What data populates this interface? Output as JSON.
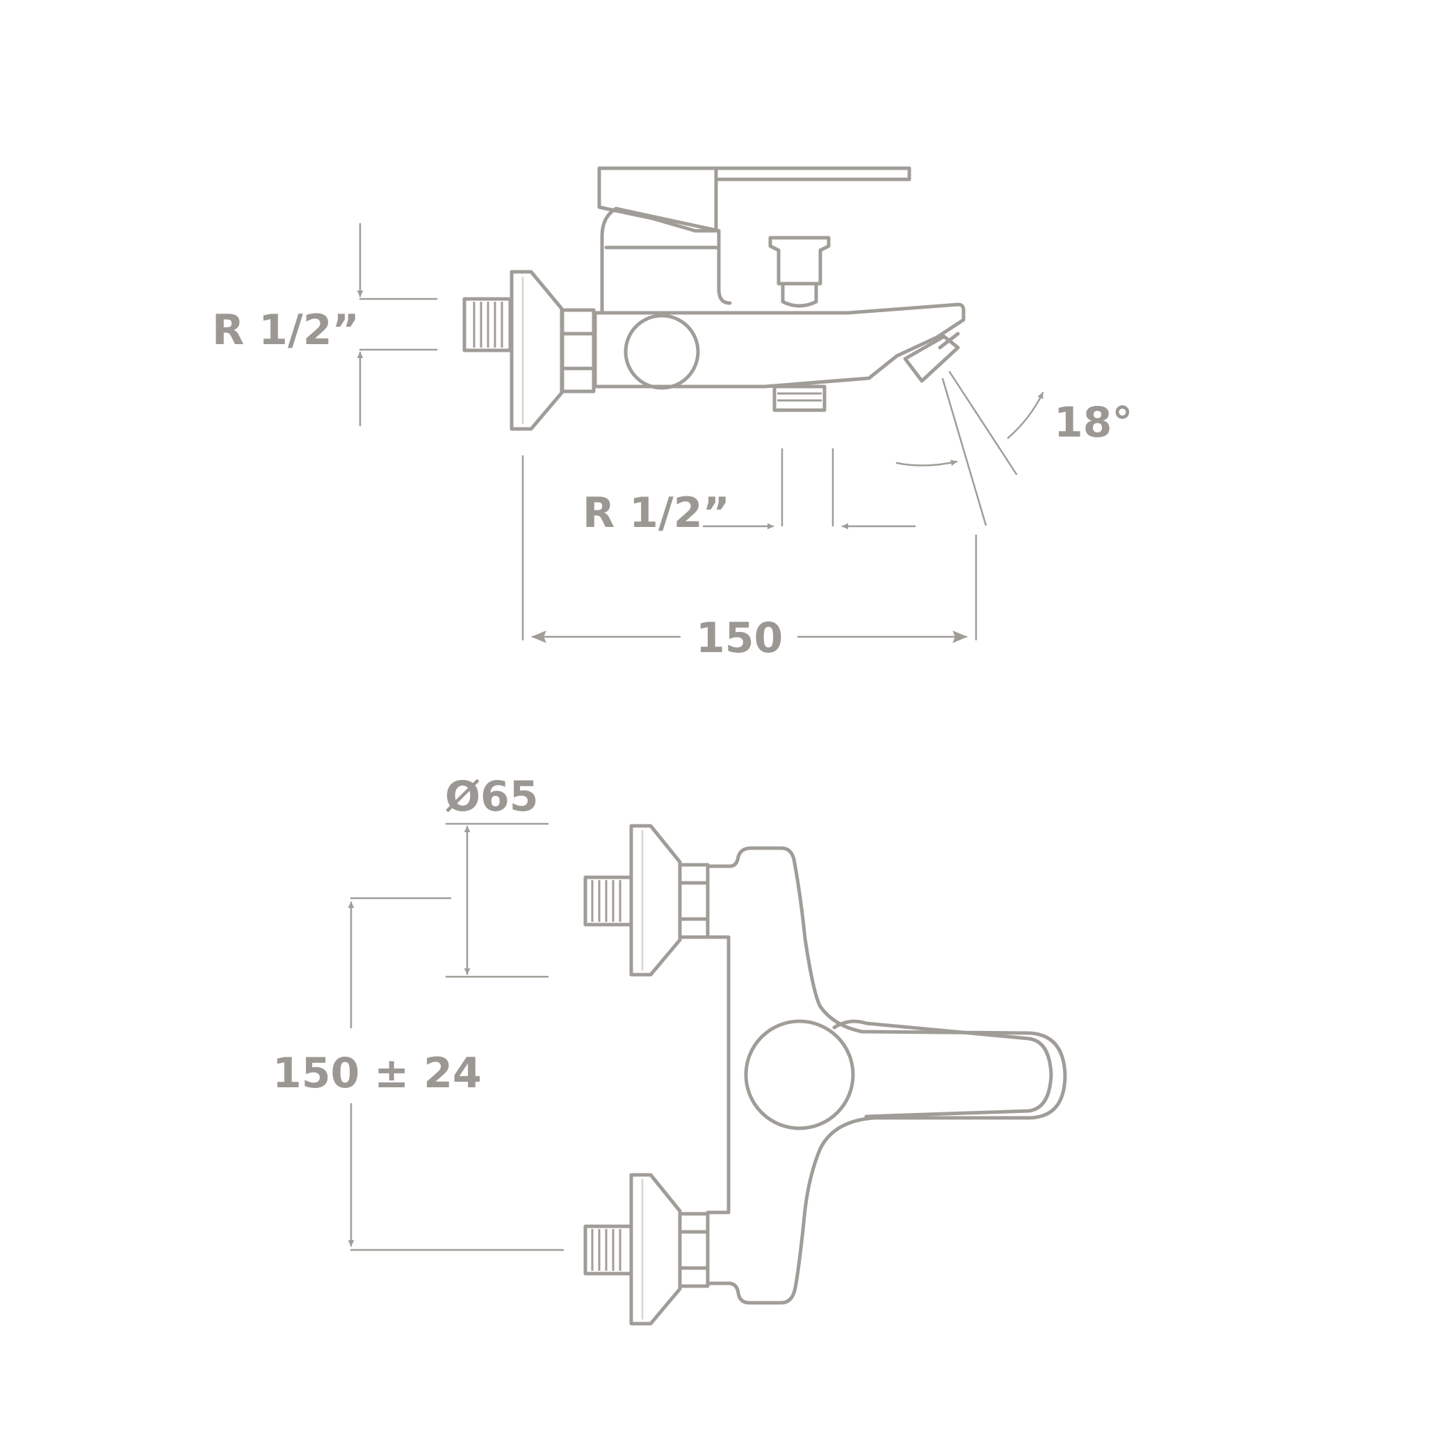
{
  "side_view": {
    "inlet_thread_label": "R 1/2”",
    "outlet_thread_label": "R 1/2”",
    "spout_angle_label": "18°",
    "length_label": "150"
  },
  "front_view": {
    "flange_diameter_label": "Ø65",
    "inlet_spacing_label": "150 ± 24"
  },
  "colors": {
    "line": "#a09c97",
    "text": "#9b9792",
    "background": "#ffffff"
  }
}
